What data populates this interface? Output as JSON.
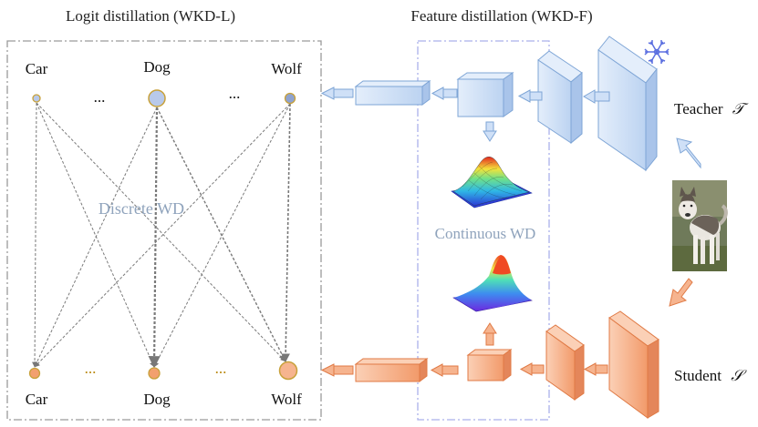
{
  "headers": {
    "logit": "Logit distillation (WKD-L)",
    "feature": "Feature distillation (WKD-F)"
  },
  "classes_top": [
    {
      "label": "Car"
    },
    {
      "label": "Dog"
    },
    {
      "label": "Wolf"
    }
  ],
  "classes_bottom": [
    {
      "label": "Car"
    },
    {
      "label": "Dog"
    },
    {
      "label": "Wolf"
    }
  ],
  "ellipsis": "...",
  "discrete_label": "Discrete WD",
  "continuous_label": "Continuous WD",
  "teacher": {
    "label": "Teacher",
    "symbol": "𝒯"
  },
  "student": {
    "label": "Student",
    "symbol": "𝒮"
  },
  "colors": {
    "blue_face": "#cfe0f7",
    "blue_stroke": "#7ea5d6",
    "orange_face": "#f6b48f",
    "orange_stroke": "#e07a45",
    "node_top": "#b8c9ea",
    "node_bottom": "#f2a06e",
    "node_stroke": "#c8a13a",
    "dashed_box": "#9a9a9a",
    "feature_box": "#aab1ea",
    "label_gray": "#8fa3bc"
  },
  "icons": {
    "frozen": "snowflake-icon",
    "input_image": "husky-dog-photo"
  }
}
